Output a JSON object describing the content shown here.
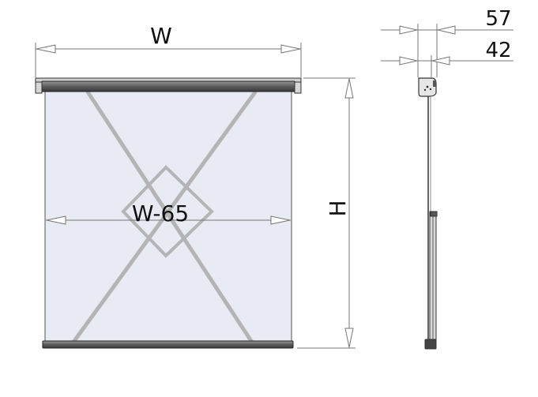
{
  "front_view": {
    "width_label": "W",
    "inner_width_label": "W-65",
    "height_label": "H"
  },
  "side_view": {
    "depth_outer_label": "57",
    "depth_inner_label": "42"
  },
  "colors": {
    "screen_fill": "#e8ebf4",
    "frame": "#555555",
    "bar": "#6f6f6f",
    "cross": "#b4b4b4",
    "dim_line": "#777777"
  }
}
